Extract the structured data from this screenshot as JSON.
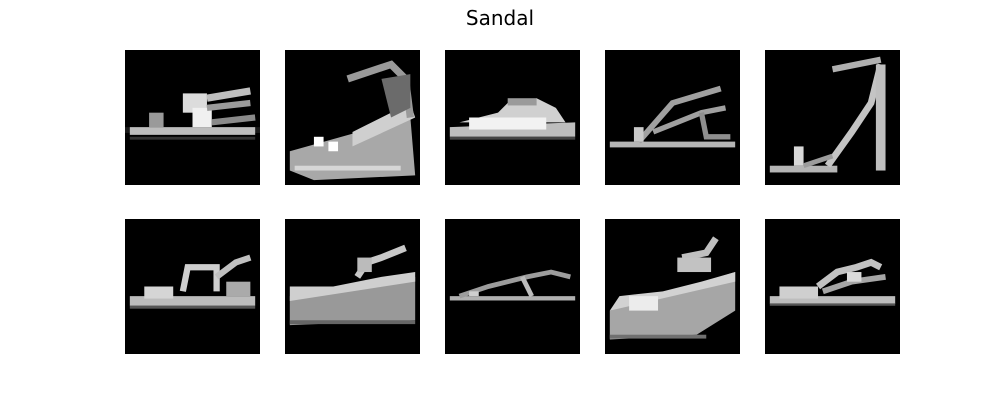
{
  "figure": {
    "title": "Sandal",
    "background": "#ffffff",
    "tile_background": "#000000"
  },
  "images": [
    {
      "id": "sandal-1",
      "shape": "flat-strap"
    },
    {
      "id": "sandal-2",
      "shape": "wedge-high"
    },
    {
      "id": "sandal-3",
      "shape": "slide"
    },
    {
      "id": "sandal-4",
      "shape": "thin-strap"
    },
    {
      "id": "sandal-5",
      "shape": "stiletto"
    },
    {
      "id": "sandal-6",
      "shape": "flat-strap-wide"
    },
    {
      "id": "sandal-7",
      "shape": "wedge-low"
    },
    {
      "id": "sandal-8",
      "shape": "thin-strap-low"
    },
    {
      "id": "sandal-9",
      "shape": "wedge-platform"
    },
    {
      "id": "sandal-10",
      "shape": "flat-cross"
    }
  ]
}
